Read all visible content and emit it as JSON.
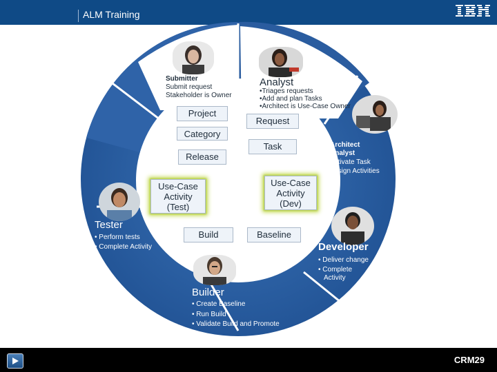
{
  "header": {
    "title": "ALM Training",
    "logo": "IBM"
  },
  "footer": {
    "page_code": "CRM29"
  },
  "colors": {
    "header_bg": "#0f4a86",
    "wheel": "#2f63a8",
    "wheel_light": "#ffffff",
    "glow": "#c2d84f"
  },
  "artifacts": {
    "project": "Project",
    "category": "Category",
    "release": "Release",
    "request": "Request",
    "task": "Task",
    "use_case_test": [
      "Use-Case",
      "Activity",
      "(Test)"
    ],
    "use_case_dev": [
      "Use-Case",
      "Activity",
      "(Dev)"
    ],
    "build": "Build",
    "baseline": "Baseline"
  },
  "roles": {
    "submitter": {
      "name": "Submitter",
      "lines": [
        "Submit request",
        "Stakeholder is Owner"
      ]
    },
    "analyst": {
      "name": "Analyst",
      "lines": [
        "•Triages requests",
        "•Add and plan Tasks",
        "•Architect is Use-Case Owner"
      ]
    },
    "architect": {
      "name_lines": [
        "Architect",
        "Analyst"
      ],
      "lines": [
        "Activate Task",
        "Assign Activities"
      ]
    },
    "tester": {
      "name": "Tester",
      "lines": [
        "• Perform tests",
        "• Complete Activity"
      ]
    },
    "developer": {
      "name": "Developer",
      "lines": [
        "• Deliver change",
        "• Complete",
        "Activity"
      ]
    },
    "builder": {
      "name": "Builder",
      "lines": [
        "• Create Baseline",
        "• Run Build",
        "• Validate Build and Promote"
      ]
    }
  }
}
